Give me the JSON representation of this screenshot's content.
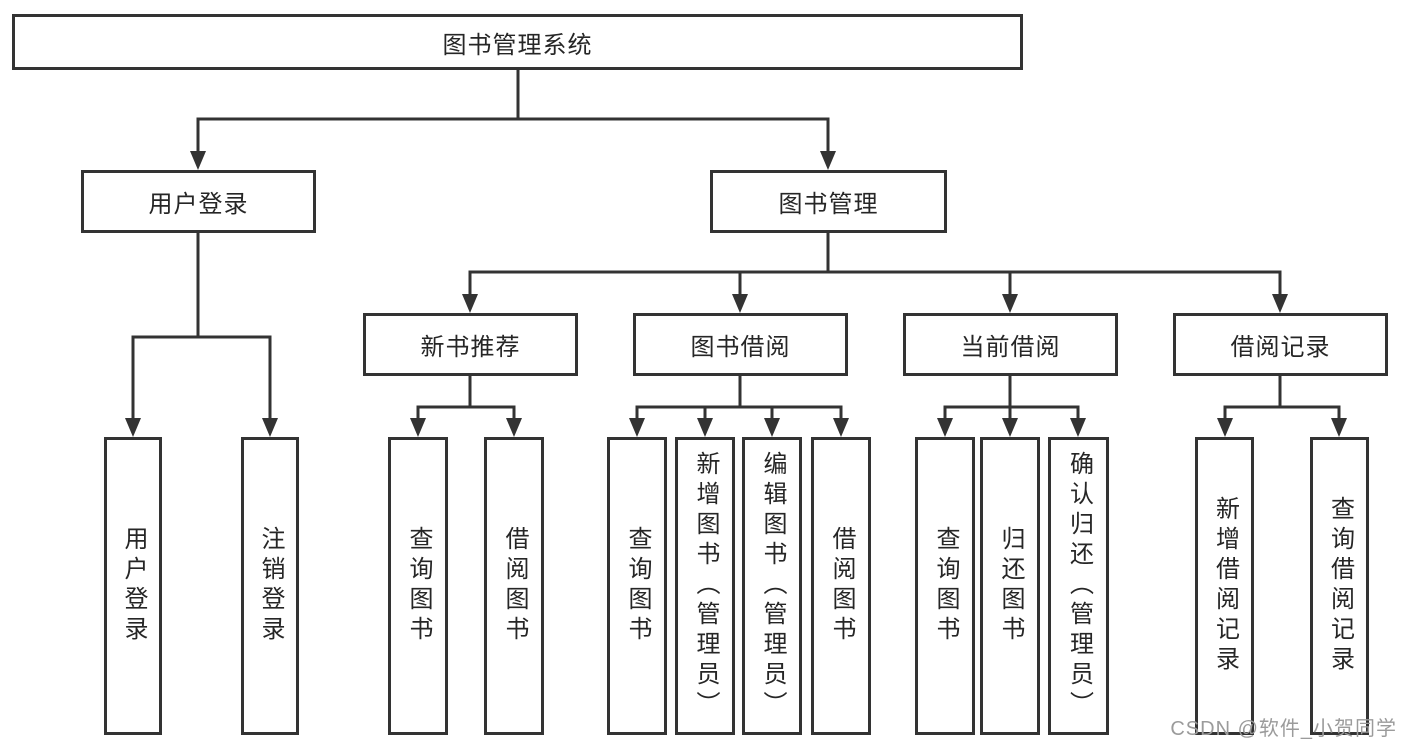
{
  "title": "图书管理系统",
  "colors": {
    "line": "#333333",
    "watermark": "#9b9b9b"
  },
  "nodes": {
    "root": {
      "label": "图书管理系统"
    },
    "userLogin": {
      "label": "用户登录"
    },
    "bookMgmt": {
      "label": "图书管理"
    },
    "newBook": {
      "label": "新书推荐"
    },
    "bookBorrow": {
      "label": "图书借阅"
    },
    "currentBorrow": {
      "label": "当前借阅"
    },
    "borrowRecords": {
      "label": "借阅记录"
    },
    "leafUserLogin": {
      "label": "用户登录"
    },
    "leafLogout": {
      "label": "注销登录"
    },
    "leafQueryBook1": {
      "label": "查询图书"
    },
    "leafBorrowBook1": {
      "label": "借阅图书"
    },
    "leafQueryBook2": {
      "label": "查询图书"
    },
    "leafAddBook": {
      "label": "新增图书（管理员）"
    },
    "leafEditBook": {
      "label": "编辑图书（管理员）"
    },
    "leafBorrowBook2": {
      "label": "借阅图书"
    },
    "leafQueryBook3": {
      "label": "查询图书"
    },
    "leafReturnBook": {
      "label": "归还图书"
    },
    "leafConfirmReturn": {
      "label": "确认归还（管理员）"
    },
    "leafAddRecord": {
      "label": "新增借阅记录"
    },
    "leafQueryRecord": {
      "label": "查询借阅记录"
    }
  },
  "watermark": "CSDN @软件_小贺同学"
}
